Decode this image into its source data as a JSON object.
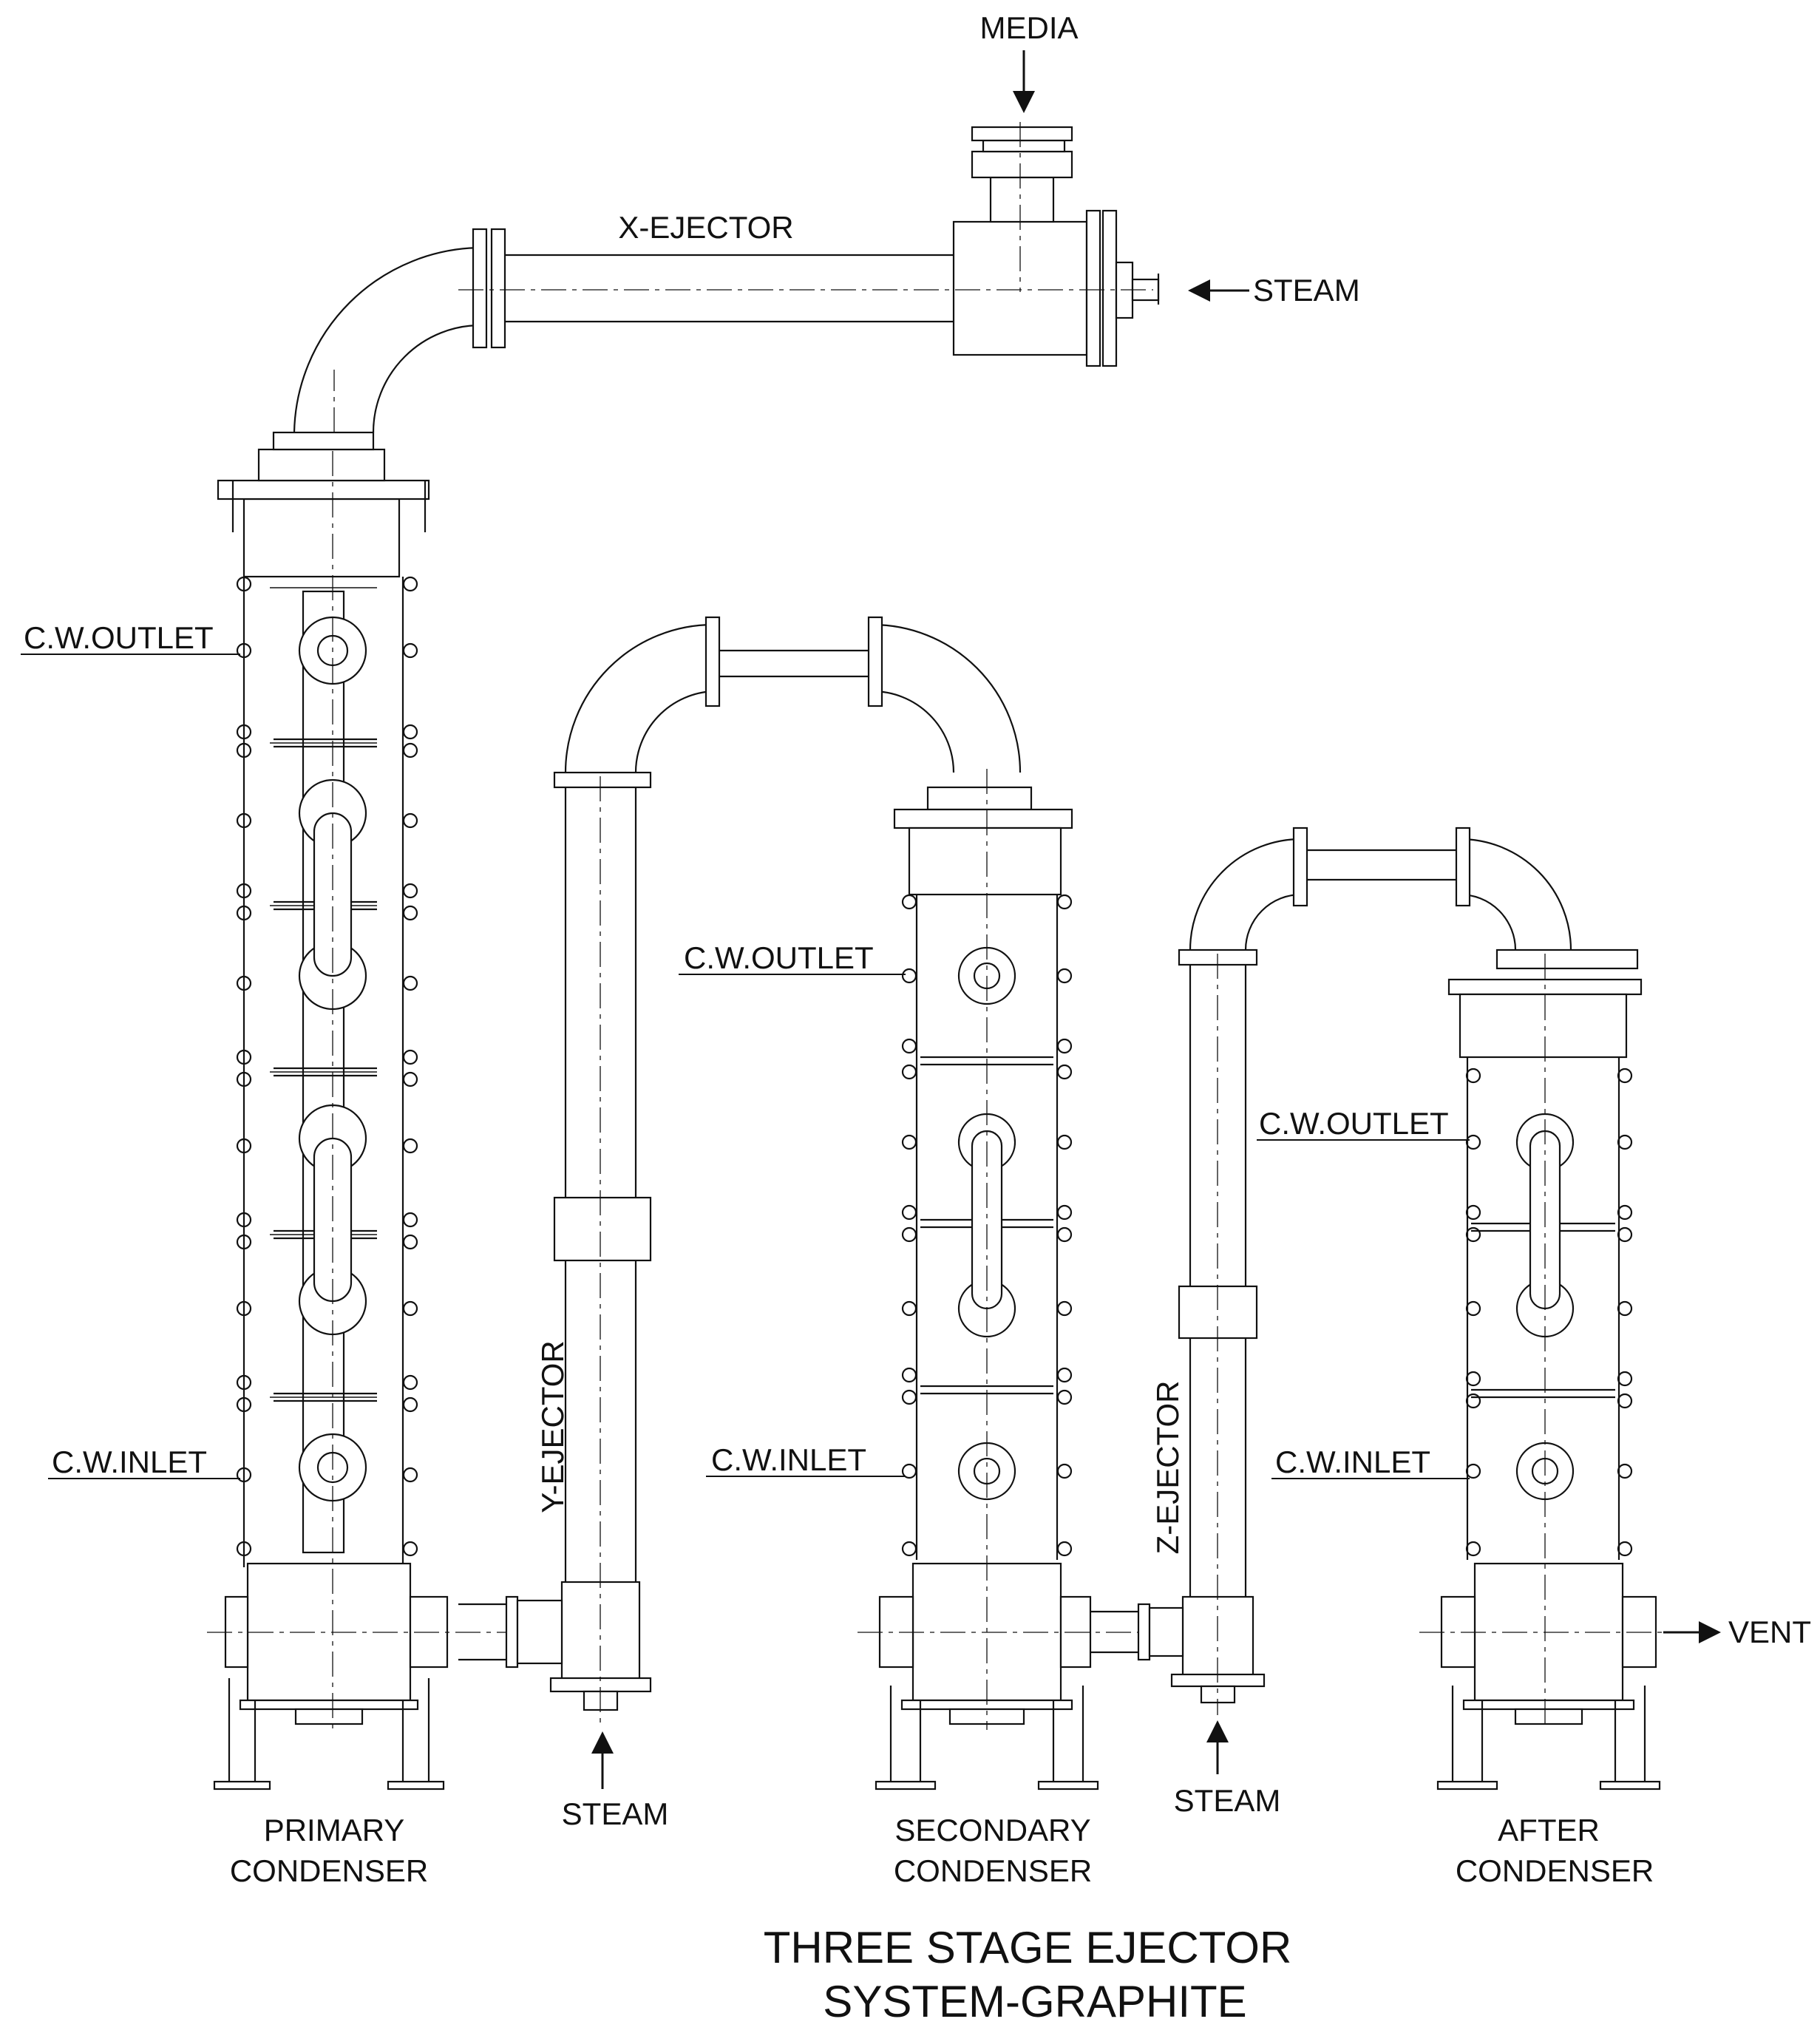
{
  "title": {
    "line1": "THREE STAGE EJECTOR",
    "line2": "SYSTEM-GRAPHITE"
  },
  "labels": {
    "media": "MEDIA",
    "steam_x": "STEAM",
    "x_ejector": "X-EJECTOR",
    "y_ejector": "Y-EJECTOR",
    "z_ejector": "Z-EJECTOR",
    "cw_outlet": "C.W.OUTLET",
    "cw_inlet": "C.W.INLET",
    "steam_y": "STEAM",
    "steam_z": "STEAM",
    "vent": "VENT"
  },
  "condensers": [
    {
      "line1": "PRIMARY",
      "line2": "CONDENSER"
    },
    {
      "line1": "SECONDARY",
      "line2": "CONDENSER"
    },
    {
      "line1": "AFTER",
      "line2": "CONDENSER"
    }
  ]
}
